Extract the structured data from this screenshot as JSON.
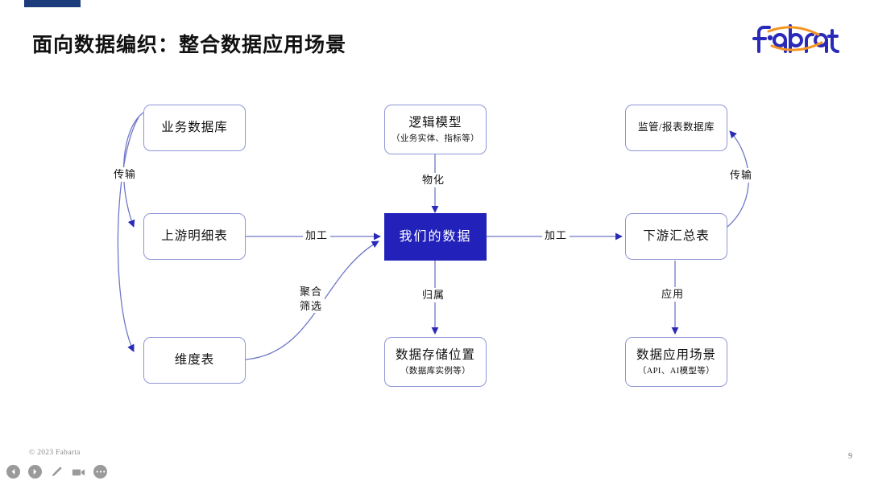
{
  "slide": {
    "title": "面向数据编织：整合数据应用场景",
    "accent_color": "#1d3c7c",
    "highlight_color": "#2222bb",
    "edge_color": "#6f78c8",
    "page_number": "9",
    "copyright": "© 2023 Fabarta"
  },
  "logo": {
    "text": "Fabarta",
    "word_color": "#2a2ab8",
    "swoosh_color": "#f5941f"
  },
  "diagram": {
    "nodes": [
      {
        "id": "business-db",
        "title": "业务数据库",
        "subtitle": ""
      },
      {
        "id": "upstream-detail",
        "title": "上游明细表",
        "subtitle": ""
      },
      {
        "id": "dimension-table",
        "title": "维度表",
        "subtitle": ""
      },
      {
        "id": "logical-model",
        "title": "逻辑模型",
        "subtitle": "（业务实体、指标等）"
      },
      {
        "id": "our-data",
        "title": "我们的数据",
        "subtitle": ""
      },
      {
        "id": "storage-location",
        "title": "数据存储位置",
        "subtitle": "（数据库实例等）"
      },
      {
        "id": "regulatory-db",
        "title": "监管/报表数据库",
        "subtitle": ""
      },
      {
        "id": "downstream-summary",
        "title": "下游汇总表",
        "subtitle": ""
      },
      {
        "id": "data-app-scene",
        "title": "数据应用场景",
        "subtitle": "（API、AI模型等）"
      }
    ],
    "edge_labels": {
      "transfer_left": "传输",
      "process_left": "加工",
      "materialize": "物化",
      "aggregate_filter_line1": "聚合",
      "aggregate_filter_line2": "筛选",
      "belongs_to": "归属",
      "process_right": "加工",
      "transfer_right": "传输",
      "apply": "应用"
    }
  },
  "controls": [
    {
      "id": "prev-slide",
      "icon": "caret-left-icon"
    },
    {
      "id": "play-slide",
      "icon": "caret-right-icon"
    },
    {
      "id": "pen-tool",
      "icon": "pen-icon"
    },
    {
      "id": "record",
      "icon": "video-camera-icon"
    },
    {
      "id": "more-menu",
      "icon": "ellipsis-icon"
    }
  ]
}
